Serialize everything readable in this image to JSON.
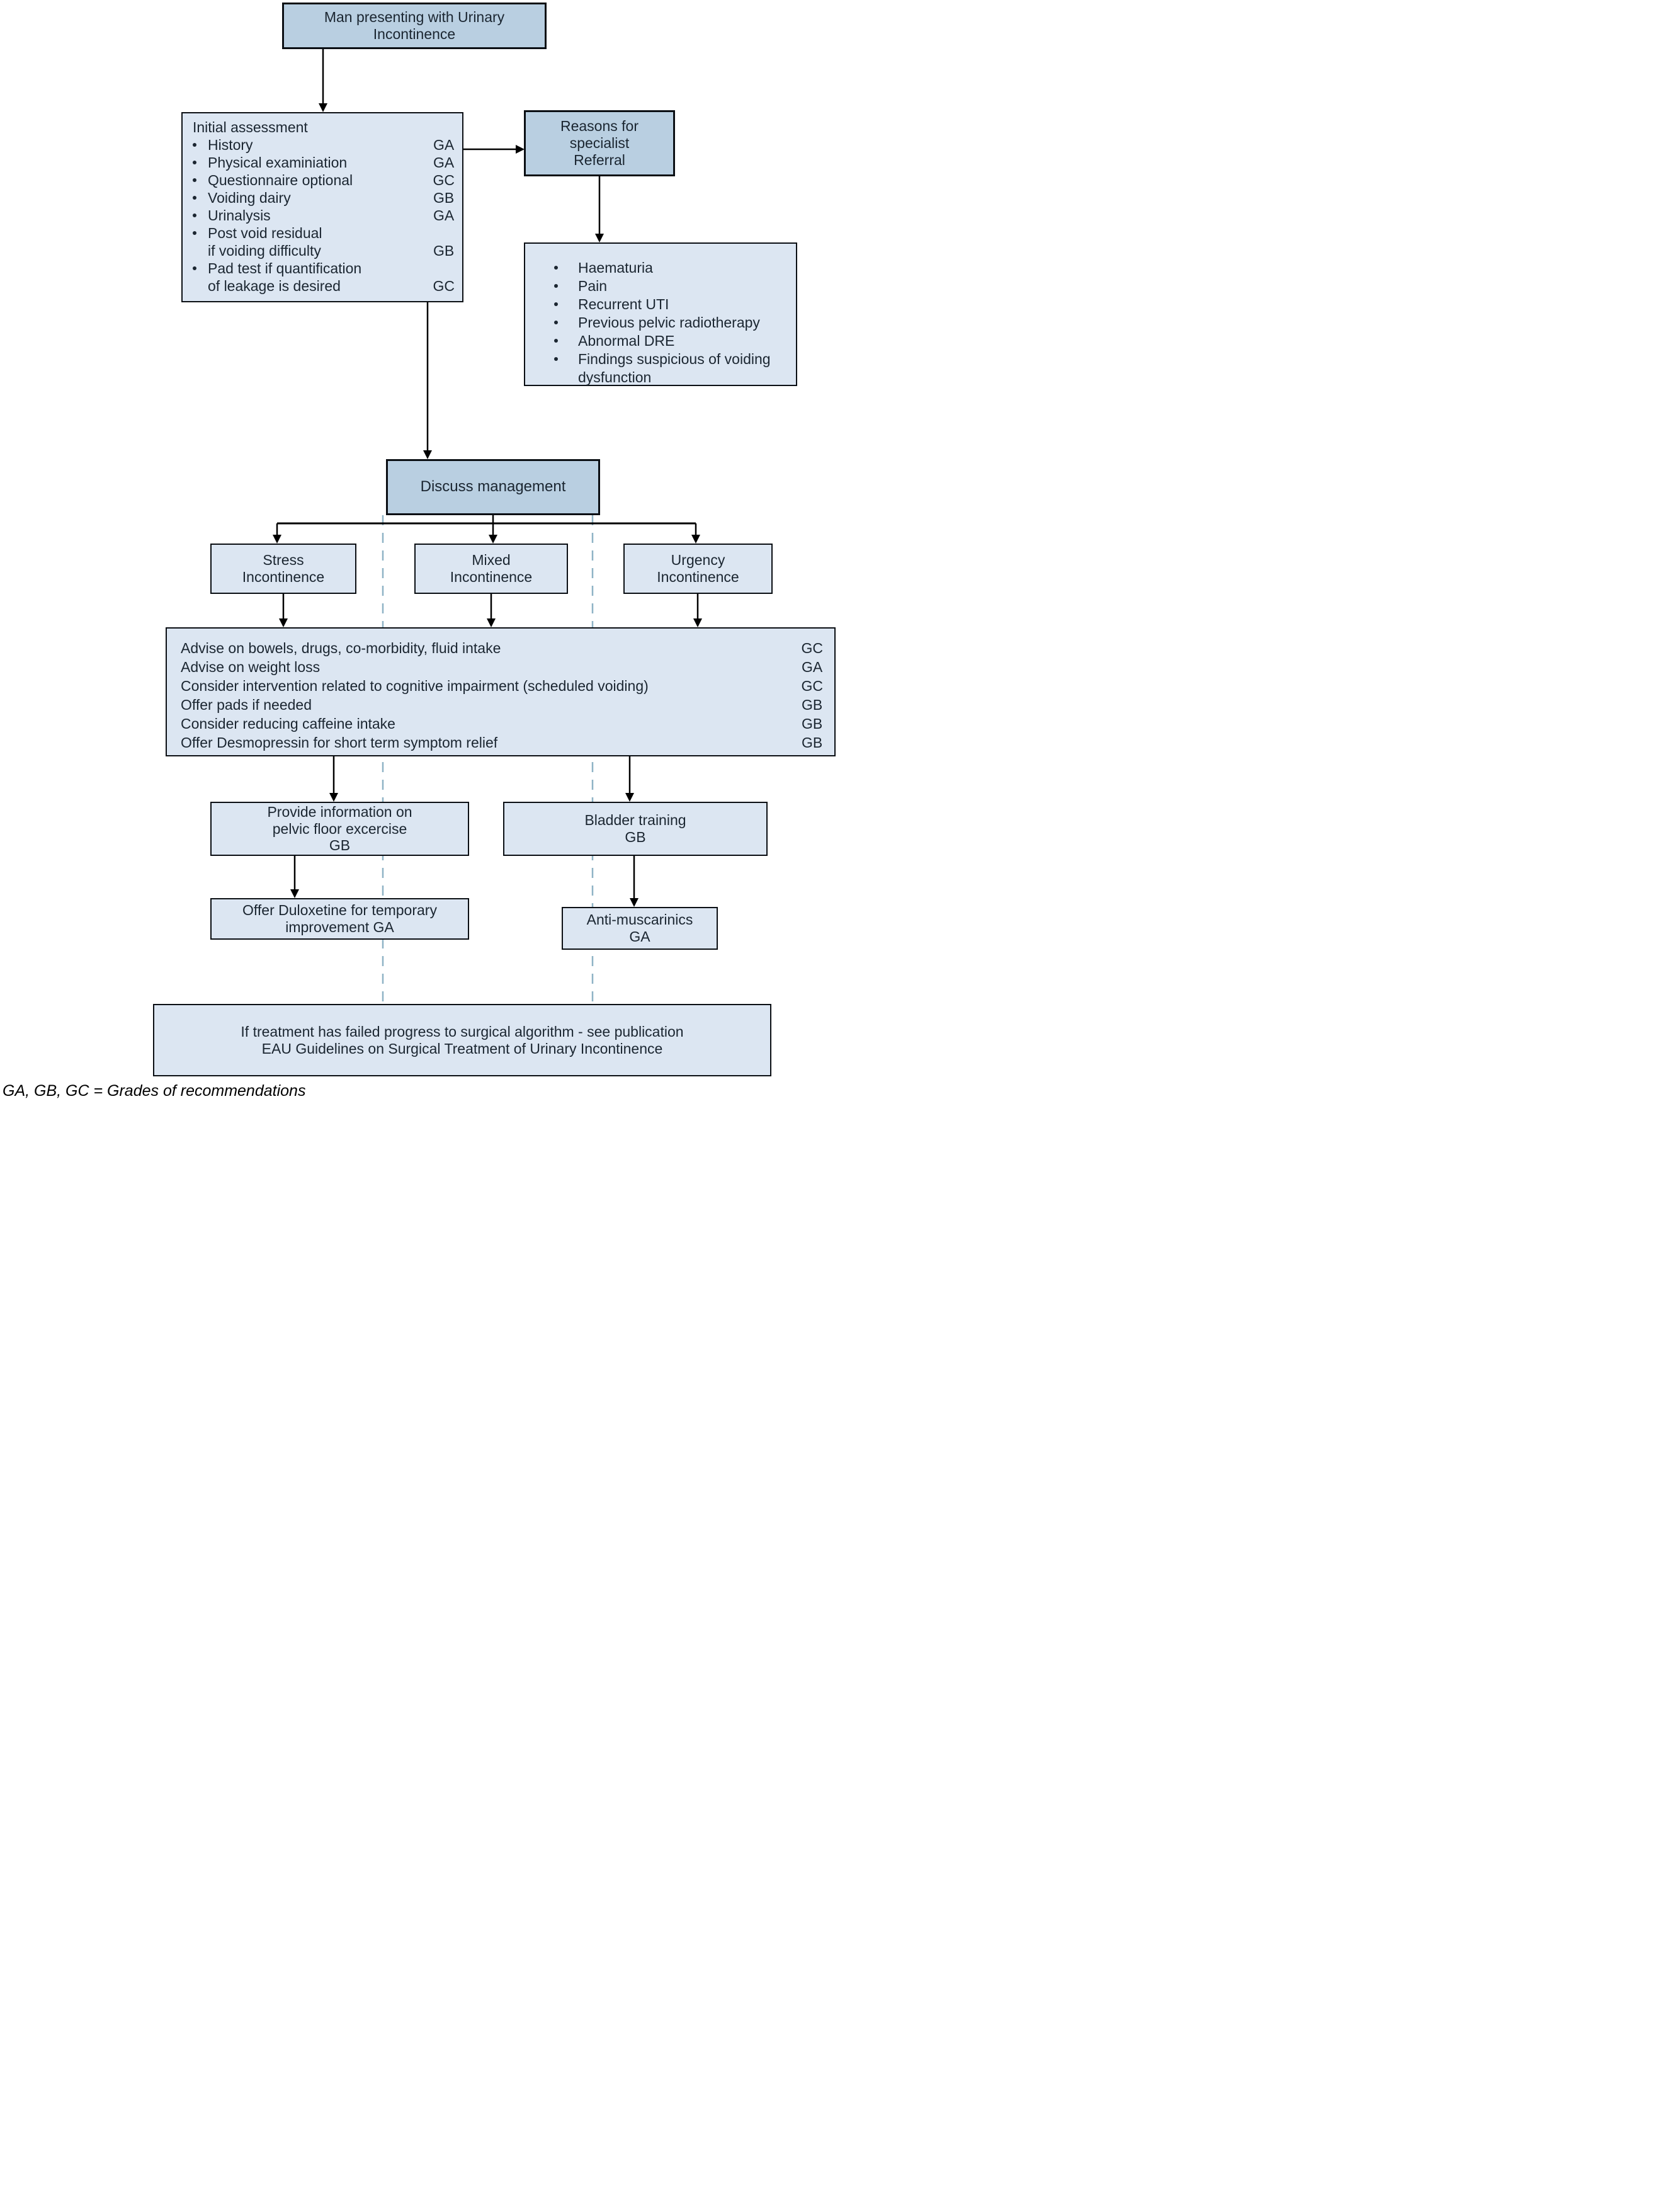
{
  "colors": {
    "node_fill_dark": "#b9cfe1",
    "node_fill_light": "#dce6f2",
    "border": "#0b0f14",
    "text": "#1b2631",
    "connector": "#000000",
    "dashed_guide": "#8fb3c6"
  },
  "nodes": {
    "presenting": {
      "label": "Man presenting with Urinary\nIncontinence"
    },
    "initial_assessment": {
      "title": "Initial assessment",
      "items": [
        {
          "label": "History",
          "grade": "GA"
        },
        {
          "label": "Physical examiniation",
          "grade": "GA"
        },
        {
          "label": "Questionnaire optional",
          "grade": "GC"
        },
        {
          "label": "Voiding dairy",
          "grade": "GB"
        },
        {
          "label": "Urinalysis",
          "grade": "GA"
        },
        {
          "label": "Post void residual",
          "grade": ""
        },
        {
          "label": "if voiding difficulty",
          "grade": "GB"
        },
        {
          "label": "Pad test if quantification",
          "grade": ""
        },
        {
          "label": "of leakage is desired",
          "grade": "GC"
        }
      ]
    },
    "referral": {
      "label": "Reasons for\nspecialist\nReferral"
    },
    "referral_reasons": {
      "items": [
        {
          "label": "Haematuria"
        },
        {
          "label": "Pain"
        },
        {
          "label": "Recurrent UTI"
        },
        {
          "label": "Previous pelvic radiotherapy"
        },
        {
          "label": "Abnormal DRE"
        },
        {
          "label": "Findings suspicious of voiding\ndysfunction"
        }
      ]
    },
    "discuss": {
      "label": "Discuss management"
    },
    "stress": {
      "label": "Stress\nIncontinence"
    },
    "mixed": {
      "label": "Mixed\nIncontinence"
    },
    "urgency": {
      "label": "Urgency\nIncontinence"
    },
    "advice": {
      "items": [
        {
          "label": "Advise on bowels, drugs, co-morbidity, fluid intake",
          "grade": "GC"
        },
        {
          "label": "Advise on weight loss",
          "grade": "GA"
        },
        {
          "label": "Consider intervention related to cognitive impairment (scheduled voiding)",
          "grade": "GC"
        },
        {
          "label": "Offer pads if needed",
          "grade": "GB"
        },
        {
          "label": "Consider reducing caffeine intake",
          "grade": "GB"
        },
        {
          "label": "Offer Desmopressin for short term symptom relief",
          "grade": "GB"
        }
      ]
    },
    "pelvic_floor": {
      "label": "Provide information on\npelvic floor excercise\nGB"
    },
    "bladder_training": {
      "label": "Bladder training\nGB"
    },
    "duloxetine": {
      "label": "Offer Duloxetine for temporary\nimprovement GA"
    },
    "antimuscarinics": {
      "label": "Anti-muscarinics\nGA"
    },
    "final": {
      "label": "If treatment has failed progress to surgical algorithm - see publication\nEAU Guidelines on Surgical Treatment of Urinary Incontinence"
    }
  },
  "footnote": "GA, GB, GC = Grades of recommendations"
}
